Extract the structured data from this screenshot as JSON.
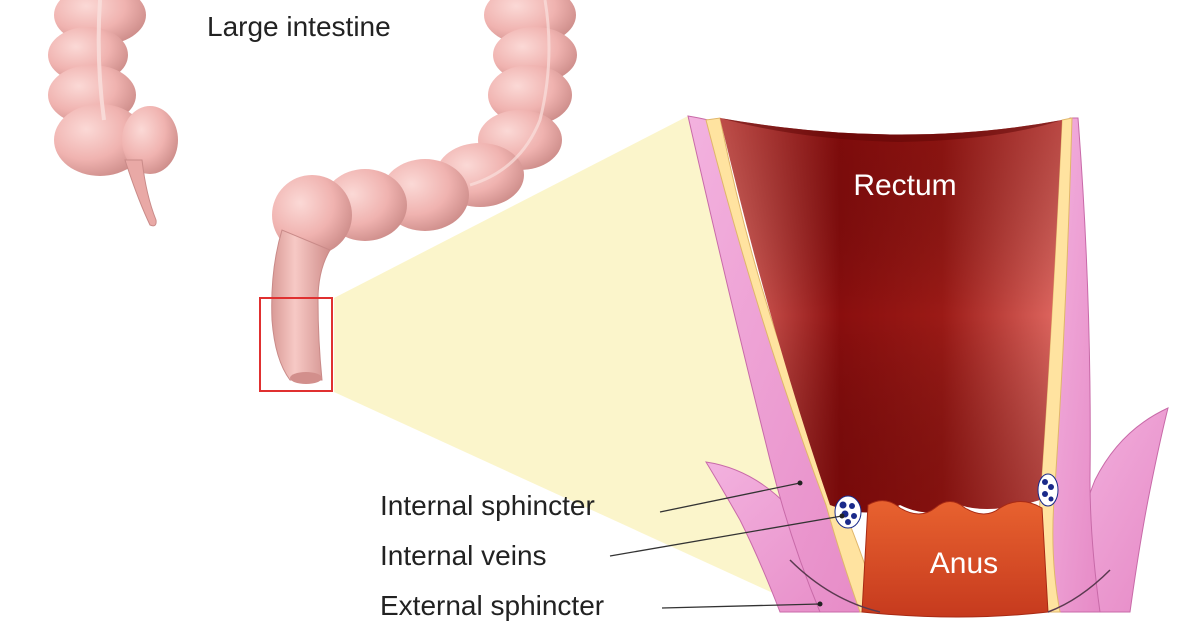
{
  "labels": {
    "large_intestine": "Large intestine",
    "rectum": "Rectum",
    "anus": "Anus",
    "internal_sphincter": "Internal sphincter",
    "internal_veins": "Internal veins",
    "external_sphincter": "External sphincter"
  },
  "colors": {
    "intestine": "#f0b3b0",
    "intestine_dark": "#c98a88",
    "zoom_cone": "#fbf4c8",
    "highlight_box": "#e03030",
    "rectum_dark": "#7a0a0a",
    "rectum_light": "#e0605a",
    "sphincter_pink": "#ee9ad2",
    "fat_layer": "#ffe3a0",
    "anus": "#e04a2a",
    "veins": "#1a2a8a"
  }
}
